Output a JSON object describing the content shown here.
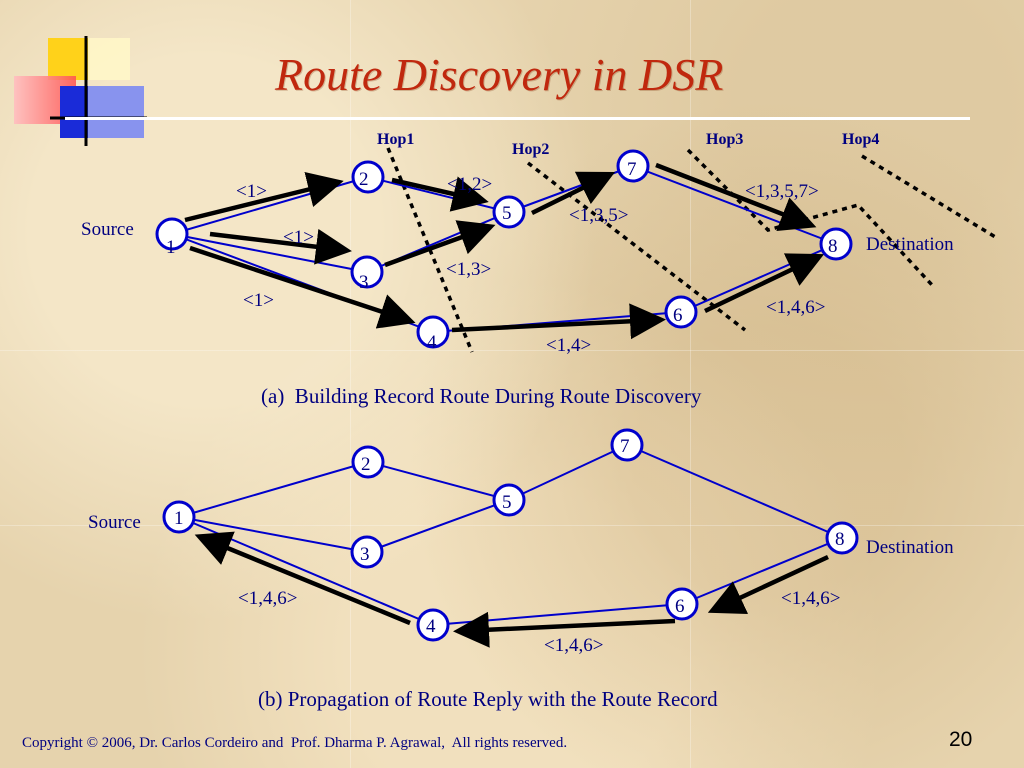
{
  "title": "Route Discovery in DSR",
  "hops": [
    "Hop1",
    "Hop2",
    "Hop3",
    "Hop4"
  ],
  "diagram_a": {
    "caption": "(a)  Building Record Route During Route Discovery",
    "source_label": "Source",
    "destination_label": "Destination",
    "nodes": [
      "1",
      "2",
      "3",
      "4",
      "5",
      "6",
      "7",
      "8"
    ],
    "route_labels": {
      "to2": "<1>",
      "to3": "<1>",
      "to4": "<1>",
      "to5_from2": "<1,2>",
      "to5_from3": "<1,3>",
      "to7": "<1,3,5>",
      "to6": "<1,4>",
      "to8_from7": "<1,3,5,7>",
      "to8_from6": "<1,4,6>"
    }
  },
  "diagram_b": {
    "caption": "(b) Propagation of Route Reply with the Route Record",
    "source_label": "Source",
    "destination_label": "Destination",
    "nodes": [
      "1",
      "2",
      "3",
      "4",
      "5",
      "6",
      "7",
      "8"
    ],
    "reply_labels": {
      "from8": "<1,4,6>",
      "from6": "<1,4,6>",
      "from4": "<1,4,6>"
    }
  },
  "footer": {
    "copyright": "Copyright © 2006, Dr. Carlos Cordeiro and  Prof. Dharma P. Agrawal,  All rights reserved.",
    "page_number": "20"
  },
  "colors": {
    "title": "#c0280e",
    "text": "#000080",
    "link": "#0000cc",
    "arrow": "#000000"
  }
}
